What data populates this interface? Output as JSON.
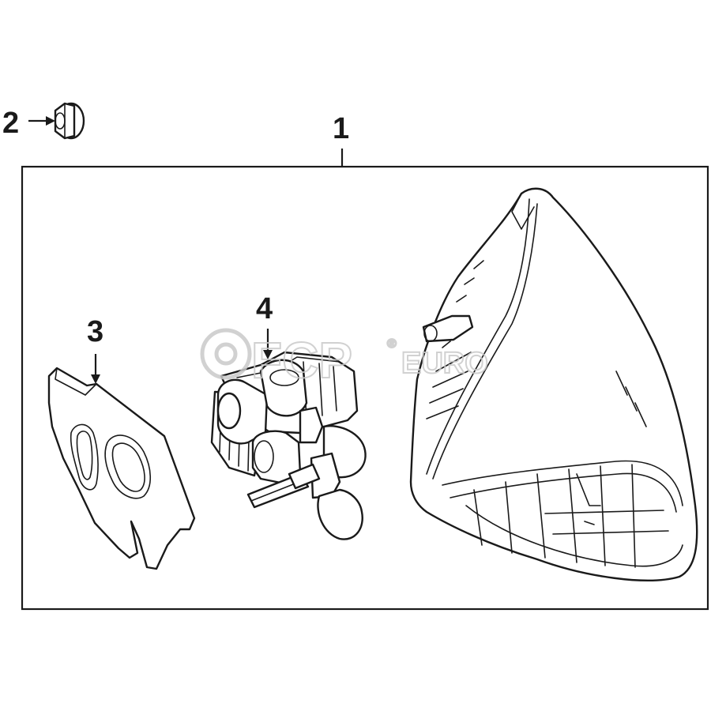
{
  "diagram": {
    "callouts": {
      "part_1": "1",
      "part_2": "2",
      "part_3": "3",
      "part_4": "4"
    },
    "watermark": {
      "brand": "FCP",
      "suffix": "EURO",
      "registered": "®"
    },
    "colors": {
      "line": "#1a1a1a",
      "watermark": "#c9c9c9",
      "background": "#ffffff"
    }
  }
}
